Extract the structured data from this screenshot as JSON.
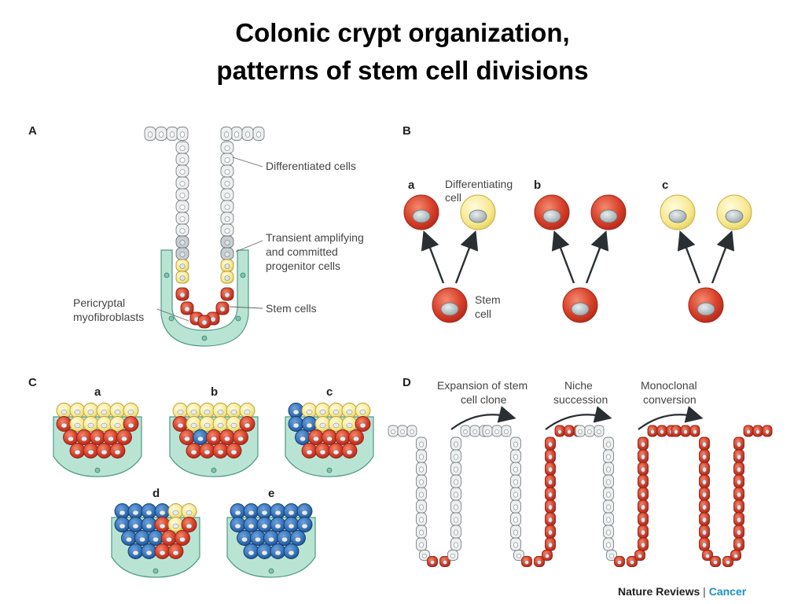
{
  "title": {
    "line1": "Colonic crypt organization,",
    "line2": "patterns of stem cell divisions"
  },
  "panel_a": {
    "letter": "A",
    "labels": {
      "differentiated": "Differentiated cells",
      "transient_1": "Transient amplifying",
      "transient_2": "and committed",
      "transient_3": "progenitor cells",
      "stem": "Stem cells",
      "peri_1": "Pericryptal",
      "peri_2": "myofibroblasts"
    }
  },
  "panel_b": {
    "letter": "B",
    "sub_a": "a",
    "sub_b": "b",
    "sub_c": "c",
    "diff_1": "Differentiating",
    "diff_2": "cell",
    "stem_1": "Stem",
    "stem_2": "cell"
  },
  "panel_c": {
    "letter": "C",
    "subs": [
      "a",
      "b",
      "c",
      "d",
      "e"
    ]
  },
  "panel_d": {
    "letter": "D",
    "arrow1_1": "Expansion of stem",
    "arrow1_2": "cell clone",
    "arrow2_1": "Niche",
    "arrow2_2": "succession",
    "arrow3_1": "Monoclonal",
    "arrow3_2": "conversion"
  },
  "credit": {
    "journal": "Nature Reviews",
    "separator": "|",
    "section": "Cancer"
  },
  "colors": {
    "stem_red": "#d9412b",
    "progenitor_yellow": "#f6e88c",
    "differentiated_white": "#eef0f0",
    "clone_blue": "#2f6fb8",
    "myofibroblast_green": "#a8dccb"
  }
}
